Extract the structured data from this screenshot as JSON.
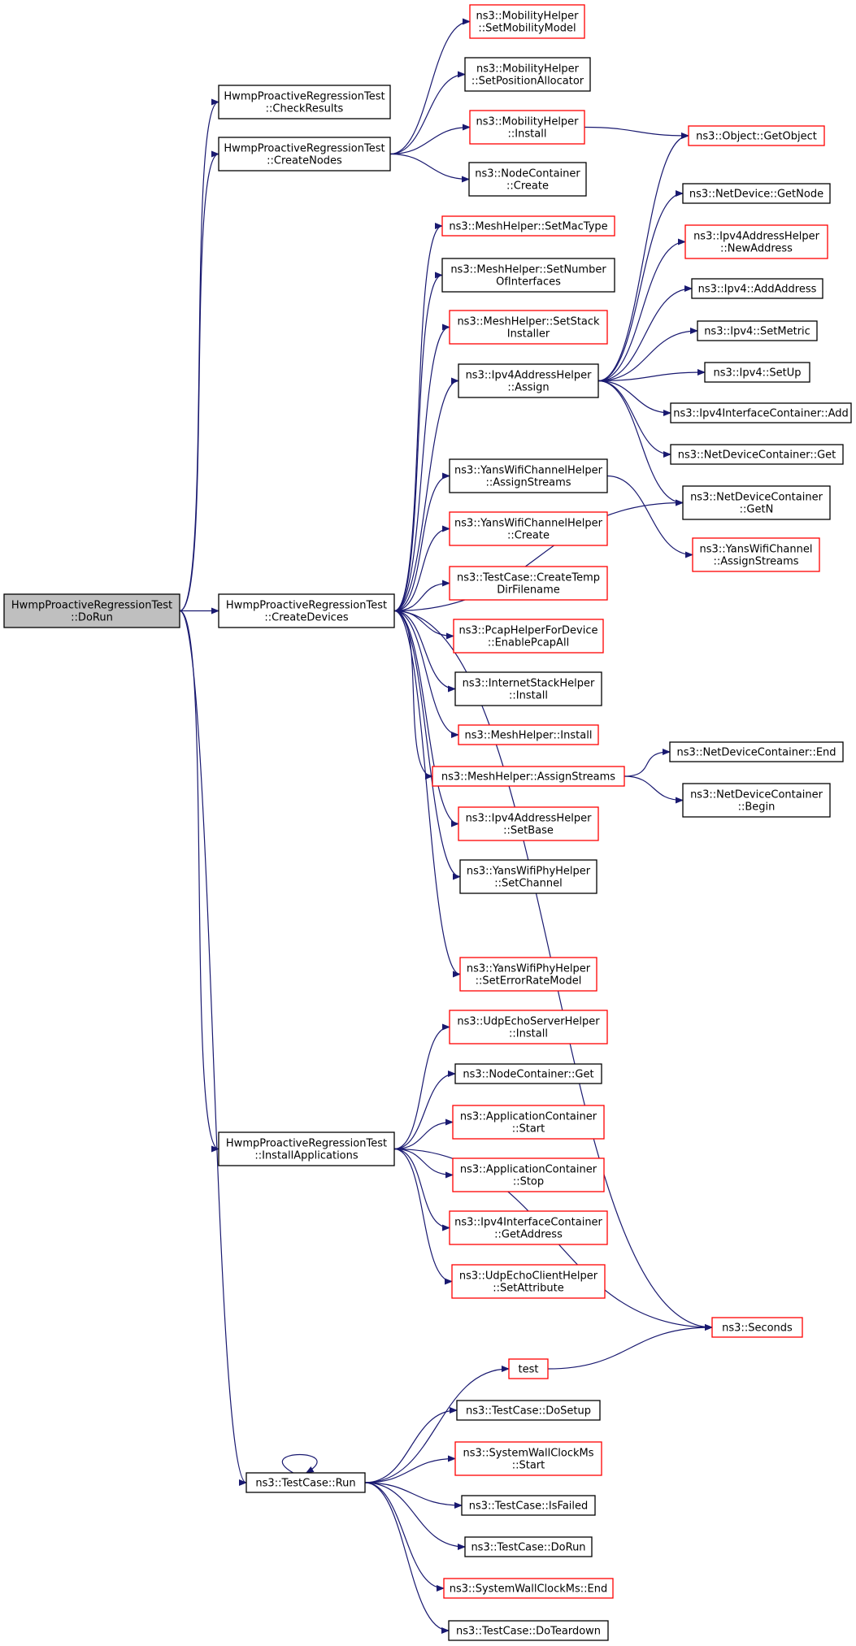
{
  "colors": {
    "edge": "#191970",
    "border_normal": "#000000",
    "border_truncated": "#ff0000",
    "root_fill": "#bfbfbf"
  },
  "nodes": [
    {
      "id": "dorun",
      "lines": [
        "HwmpProactiveRegressionTest",
        "::DoRun"
      ],
      "style": "root"
    },
    {
      "id": "checkresults",
      "lines": [
        "HwmpProactiveRegressionTest",
        "::CheckResults"
      ],
      "style": "normal"
    },
    {
      "id": "createnodes",
      "lines": [
        "HwmpProactiveRegressionTest",
        "::CreateNodes"
      ],
      "style": "normal"
    },
    {
      "id": "createdevices",
      "lines": [
        "HwmpProactiveRegressionTest",
        "::CreateDevices"
      ],
      "style": "normal"
    },
    {
      "id": "installapps",
      "lines": [
        "HwmpProactiveRegressionTest",
        "::InstallApplications"
      ],
      "style": "normal"
    },
    {
      "id": "tcrun",
      "lines": [
        "ns3::TestCase::Run"
      ],
      "style": "normal"
    },
    {
      "id": "setmobmodel",
      "lines": [
        "ns3::MobilityHelper",
        "::SetMobilityModel"
      ],
      "style": "truncated"
    },
    {
      "id": "setposalloc",
      "lines": [
        "ns3::MobilityHelper",
        "::SetPositionAllocator"
      ],
      "style": "normal"
    },
    {
      "id": "mobinstall",
      "lines": [
        "ns3::MobilityHelper",
        "::Install"
      ],
      "style": "truncated"
    },
    {
      "id": "nccreate",
      "lines": [
        "ns3::NodeContainer",
        "::Create"
      ],
      "style": "normal"
    },
    {
      "id": "getobject",
      "lines": [
        "ns3::Object::GetObject"
      ],
      "style": "truncated"
    },
    {
      "id": "getnode",
      "lines": [
        "ns3::NetDevice::GetNode"
      ],
      "style": "normal"
    },
    {
      "id": "newaddress",
      "lines": [
        "ns3::Ipv4AddressHelper",
        "::NewAddress"
      ],
      "style": "truncated"
    },
    {
      "id": "addaddress",
      "lines": [
        "ns3::Ipv4::AddAddress"
      ],
      "style": "normal"
    },
    {
      "id": "setmetric",
      "lines": [
        "ns3::Ipv4::SetMetric"
      ],
      "style": "normal"
    },
    {
      "id": "setup",
      "lines": [
        "ns3::Ipv4::SetUp"
      ],
      "style": "normal"
    },
    {
      "id": "iicadd",
      "lines": [
        "ns3::Ipv4InterfaceContainer::Add"
      ],
      "style": "normal"
    },
    {
      "id": "ndcget",
      "lines": [
        "ns3::NetDeviceContainer::Get"
      ],
      "style": "normal"
    },
    {
      "id": "ndcgetn",
      "lines": [
        "ns3::NetDeviceContainer",
        "::GetN"
      ],
      "style": "normal"
    },
    {
      "id": "ywcassign",
      "lines": [
        "ns3::YansWifiChannel",
        "::AssignStreams"
      ],
      "style": "truncated"
    },
    {
      "id": "setmactype",
      "lines": [
        "ns3::MeshHelper::SetMacType"
      ],
      "style": "truncated"
    },
    {
      "id": "setnumif",
      "lines": [
        "ns3::MeshHelper::SetNumber",
        "OfInterfaces"
      ],
      "style": "normal"
    },
    {
      "id": "setstack",
      "lines": [
        "ns3::MeshHelper::SetStack",
        "Installer"
      ],
      "style": "truncated"
    },
    {
      "id": "ipv4assign",
      "lines": [
        "ns3::Ipv4AddressHelper",
        "::Assign"
      ],
      "style": "normal"
    },
    {
      "id": "ywchassign",
      "lines": [
        "ns3::YansWifiChannelHelper",
        "::AssignStreams"
      ],
      "style": "normal"
    },
    {
      "id": "ywchcreate",
      "lines": [
        "ns3::YansWifiChannelHelper",
        "::Create"
      ],
      "style": "truncated"
    },
    {
      "id": "tempdir",
      "lines": [
        "ns3::TestCase::CreateTemp",
        "DirFilename"
      ],
      "style": "truncated"
    },
    {
      "id": "pcapall",
      "lines": [
        "ns3::PcapHelperForDevice",
        "::EnablePcapAll"
      ],
      "style": "truncated"
    },
    {
      "id": "inetinstall",
      "lines": [
        "ns3::InternetStackHelper",
        "::Install"
      ],
      "style": "normal"
    },
    {
      "id": "meshinstall",
      "lines": [
        "ns3::MeshHelper::Install"
      ],
      "style": "truncated"
    },
    {
      "id": "meshassign",
      "lines": [
        "ns3::MeshHelper::AssignStreams"
      ],
      "style": "truncated"
    },
    {
      "id": "ndcend",
      "lines": [
        "ns3::NetDeviceContainer::End"
      ],
      "style": "normal"
    },
    {
      "id": "ndcbegin",
      "lines": [
        "ns3::NetDeviceContainer",
        "::Begin"
      ],
      "style": "normal"
    },
    {
      "id": "setbase",
      "lines": [
        "ns3::Ipv4AddressHelper",
        "::SetBase"
      ],
      "style": "truncated"
    },
    {
      "id": "setchannel",
      "lines": [
        "ns3::YansWifiPhyHelper",
        "::SetChannel"
      ],
      "style": "normal"
    },
    {
      "id": "seterror",
      "lines": [
        "ns3::YansWifiPhyHelper",
        "::SetErrorRateModel"
      ],
      "style": "truncated"
    },
    {
      "id": "udpserver",
      "lines": [
        "ns3::UdpEchoServerHelper",
        "::Install"
      ],
      "style": "truncated"
    },
    {
      "id": "ncget",
      "lines": [
        "ns3::NodeContainer::Get"
      ],
      "style": "normal"
    },
    {
      "id": "acstart",
      "lines": [
        "ns3::ApplicationContainer",
        "::Start"
      ],
      "style": "truncated"
    },
    {
      "id": "acstop",
      "lines": [
        "ns3::ApplicationContainer",
        "::Stop"
      ],
      "style": "truncated"
    },
    {
      "id": "iicgetaddr",
      "lines": [
        "ns3::Ipv4InterfaceContainer",
        "::GetAddress"
      ],
      "style": "truncated"
    },
    {
      "id": "udpclient",
      "lines": [
        "ns3::UdpEchoClientHelper",
        "::SetAttribute"
      ],
      "style": "truncated"
    },
    {
      "id": "seconds",
      "lines": [
        "ns3::Seconds"
      ],
      "style": "truncated"
    },
    {
      "id": "test",
      "lines": [
        "test"
      ],
      "style": "truncated"
    },
    {
      "id": "dosetup",
      "lines": [
        "ns3::TestCase::DoSetup"
      ],
      "style": "normal"
    },
    {
      "id": "swcstart",
      "lines": [
        "ns3::SystemWallClockMs",
        "::Start"
      ],
      "style": "truncated"
    },
    {
      "id": "isfailed",
      "lines": [
        "ns3::TestCase::IsFailed"
      ],
      "style": "normal"
    },
    {
      "id": "tcdorun",
      "lines": [
        "ns3::TestCase::DoRun"
      ],
      "style": "normal"
    },
    {
      "id": "swcend",
      "lines": [
        "ns3::SystemWallClockMs::End"
      ],
      "style": "truncated"
    },
    {
      "id": "doteardown",
      "lines": [
        "ns3::TestCase::DoTeardown"
      ],
      "style": "normal"
    }
  ],
  "edges": [
    [
      "dorun",
      "checkresults"
    ],
    [
      "dorun",
      "createnodes"
    ],
    [
      "dorun",
      "createdevices"
    ],
    [
      "dorun",
      "installapps"
    ],
    [
      "dorun",
      "tcrun"
    ],
    [
      "createnodes",
      "setmobmodel"
    ],
    [
      "createnodes",
      "setposalloc"
    ],
    [
      "createnodes",
      "mobinstall"
    ],
    [
      "createnodes",
      "nccreate"
    ],
    [
      "mobinstall",
      "getobject"
    ],
    [
      "createdevices",
      "setmactype"
    ],
    [
      "createdevices",
      "setnumif"
    ],
    [
      "createdevices",
      "setstack"
    ],
    [
      "createdevices",
      "ipv4assign"
    ],
    [
      "createdevices",
      "ndcgetn"
    ],
    [
      "createdevices",
      "ywchassign"
    ],
    [
      "createdevices",
      "ywchcreate"
    ],
    [
      "createdevices",
      "tempdir"
    ],
    [
      "createdevices",
      "pcapall"
    ],
    [
      "createdevices",
      "inetinstall"
    ],
    [
      "createdevices",
      "meshinstall"
    ],
    [
      "createdevices",
      "meshassign"
    ],
    [
      "createdevices",
      "setbase"
    ],
    [
      "createdevices",
      "setchannel"
    ],
    [
      "createdevices",
      "seconds"
    ],
    [
      "createdevices",
      "seterror"
    ],
    [
      "ipv4assign",
      "getobject"
    ],
    [
      "ipv4assign",
      "getnode"
    ],
    [
      "ipv4assign",
      "newaddress"
    ],
    [
      "ipv4assign",
      "addaddress"
    ],
    [
      "ipv4assign",
      "setmetric"
    ],
    [
      "ipv4assign",
      "setup"
    ],
    [
      "ipv4assign",
      "iicadd"
    ],
    [
      "ipv4assign",
      "ndcget"
    ],
    [
      "ipv4assign",
      "ndcgetn"
    ],
    [
      "ywchassign",
      "ywcassign"
    ],
    [
      "meshassign",
      "ndcend"
    ],
    [
      "meshassign",
      "ndcbegin"
    ],
    [
      "installapps",
      "udpserver"
    ],
    [
      "installapps",
      "ncget"
    ],
    [
      "installapps",
      "acstart"
    ],
    [
      "installapps",
      "acstop"
    ],
    [
      "installapps",
      "iicgetaddr"
    ],
    [
      "installapps",
      "udpclient"
    ],
    [
      "installapps",
      "seconds"
    ],
    [
      "tcrun",
      "tcrun"
    ],
    [
      "tcrun",
      "test"
    ],
    [
      "tcrun",
      "dosetup"
    ],
    [
      "tcrun",
      "swcstart"
    ],
    [
      "tcrun",
      "isfailed"
    ],
    [
      "tcrun",
      "tcdorun"
    ],
    [
      "tcrun",
      "swcend"
    ],
    [
      "tcrun",
      "doteardown"
    ],
    [
      "test",
      "seconds"
    ]
  ]
}
